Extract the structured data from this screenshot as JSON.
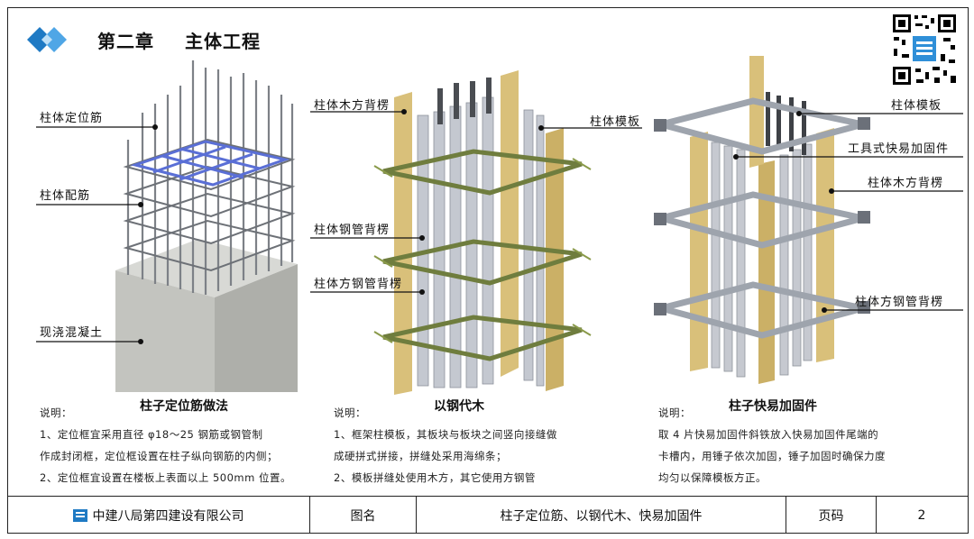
{
  "header": {
    "chapter": "第二章",
    "chapter_title": "主体工程"
  },
  "panel_left": {
    "labels": {
      "positioning_bar": "柱体定位筋",
      "reinforcement": "柱体配筋",
      "concrete": "现浇混凝土"
    },
    "caption_title": "柱子定位筋做法",
    "note_heading": "说明：",
    "notes": [
      "1、定位框宜采用直径 φ18～25 钢筋或钢管制",
      "作成封闭框，定位框设置在柱子纵向钢筋的内侧；",
      "2、定位框宜设置在楼板上表面以上 500mm 位置。"
    ]
  },
  "panel_mid": {
    "labels": {
      "timber_joist": "柱体木方背楞",
      "formwork": "柱体模板",
      "steel_pipe": "柱体钢管背楞",
      "square_steel": "柱体方钢管背楞"
    },
    "caption_title": "以钢代木",
    "note_heading": "说明：",
    "notes": [
      "1、框架柱模板，其板块与板块之间竖向接缝做",
      "成硬拼式拼接，拼缝处采用海绵条；",
      "2、模板拼缝处使用木方，其它使用方钢管"
    ]
  },
  "panel_right": {
    "labels": {
      "formwork": "柱体模板",
      "quick_clamp": "工具式快易加固件",
      "timber_joist": "柱体木方背楞",
      "square_steel": "柱体方钢管背楞"
    },
    "caption_title": "柱子快易加固件",
    "note_heading": "说明：",
    "notes": [
      "取 4 片快易加固件斜铁放入快易加固件尾端的",
      "卡槽内，用锤子依次加固，锤子加固时确保力度",
      "均匀以保障模板方正。"
    ]
  },
  "footer": {
    "company": "中建八局第四建设有限公司",
    "figure_label": "图名",
    "figure_name": "柱子定位筋、以钢代木、快易加固件",
    "page_label": "页码",
    "page_number": "2"
  },
  "colors": {
    "brand_blue": "#1f7ac4",
    "timber": "#d9c07a",
    "steel_pipe": "#6f7d3e",
    "formwork_grey": "#b9bdc6",
    "concrete": "#c8c9c5"
  }
}
